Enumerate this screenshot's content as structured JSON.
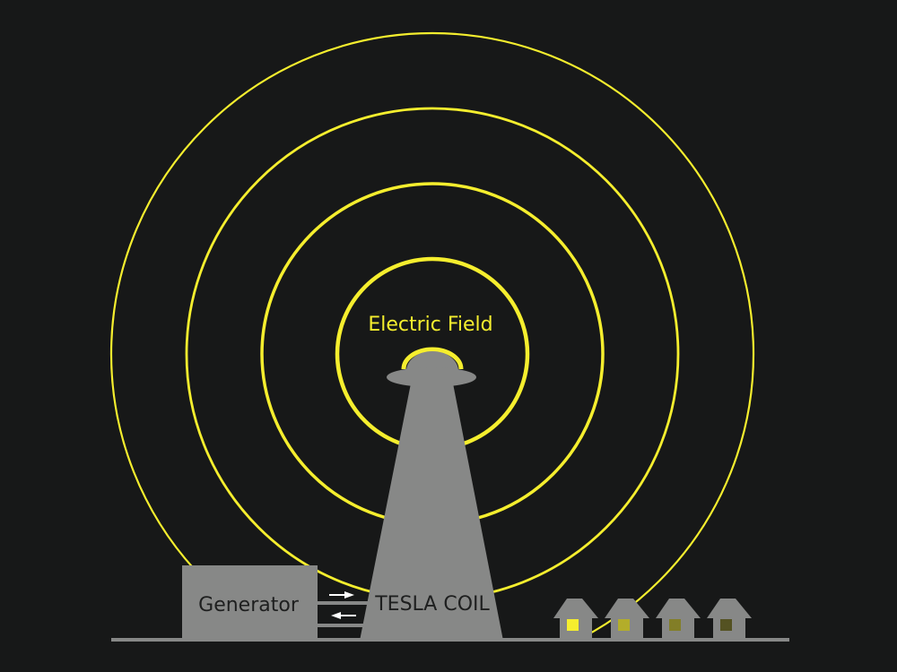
{
  "diagram": {
    "type": "tesla-coil-wireless-power",
    "colors": {
      "background": "#171818",
      "field": "#f5ee2e",
      "structure": "#878887",
      "text_dark": "#1e1f1f",
      "arrow": "#ffffff"
    },
    "field_label": "Electric Field",
    "field_rings": [
      {
        "r": 106,
        "stroke": 4.5
      },
      {
        "r": 190,
        "stroke": 3.5
      },
      {
        "r": 274,
        "stroke": 2.8
      },
      {
        "r": 358,
        "stroke": 2.2
      }
    ],
    "generator": {
      "label": "Generator"
    },
    "tesla_coil": {
      "label": "TESLA COIL"
    },
    "connection": {
      "arrows": [
        {
          "direction": "right",
          "meaning": "power to coil"
        },
        {
          "direction": "left",
          "meaning": "return to generator"
        }
      ]
    },
    "houses": [
      {
        "window_color": "#f5ee2e",
        "brightness": "full"
      },
      {
        "window_color": "#b3ad2a",
        "brightness": "high"
      },
      {
        "window_color": "#827e27",
        "brightness": "medium"
      },
      {
        "window_color": "#545222",
        "brightness": "low"
      }
    ]
  }
}
